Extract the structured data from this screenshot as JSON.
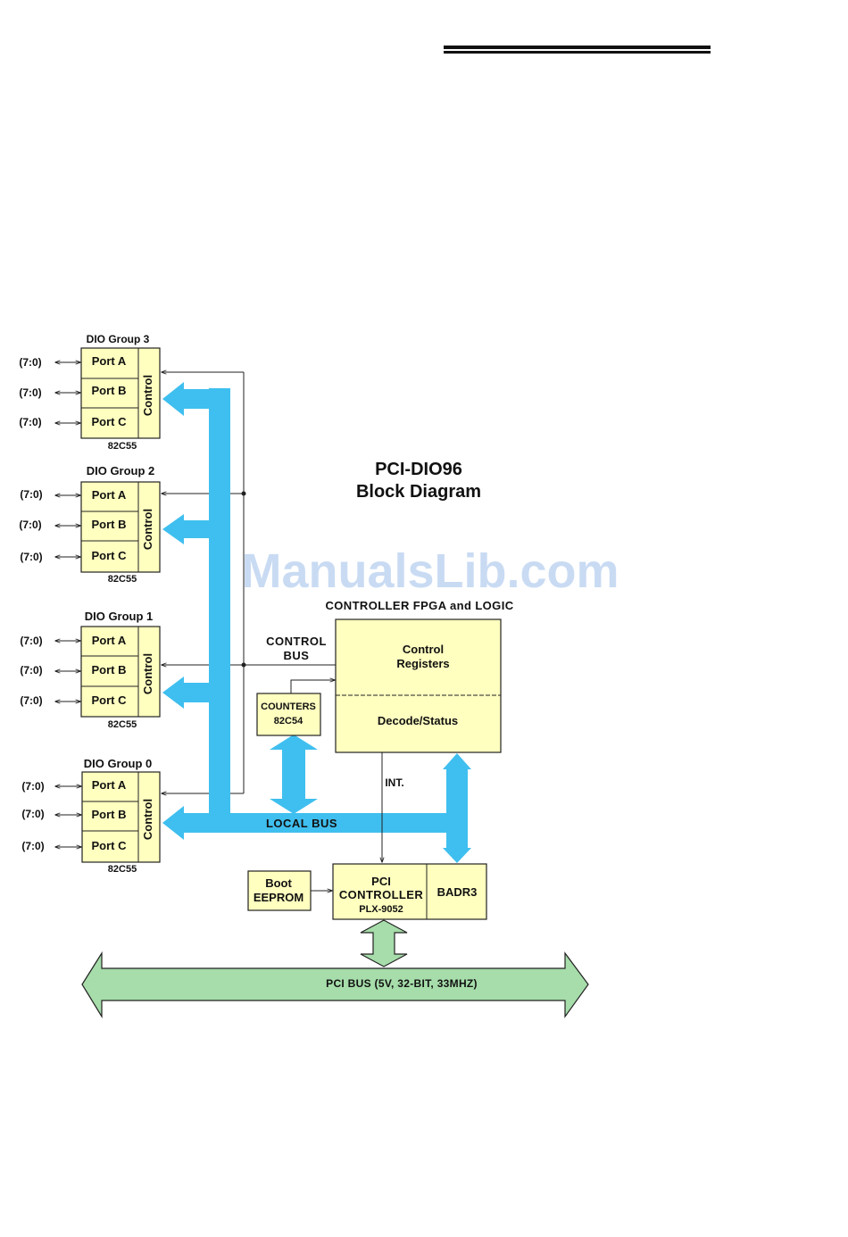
{
  "title": {
    "line1": "PCI-DIO96",
    "line2": "Block Diagram"
  },
  "watermark": "ManualsLib.com",
  "colors": {
    "box_fill": "#ffffc0",
    "bus": "#3fbfef",
    "pci_bus": "#a6ddaa"
  },
  "dio_groups": [
    {
      "name": "DIO Group 3",
      "chip": "82C55",
      "ports": [
        "Port A",
        "Port B",
        "Port C"
      ],
      "control": "Control",
      "io": [
        "(7:0)",
        "(7:0)",
        "(7:0)"
      ]
    },
    {
      "name": "DIO Group 2",
      "chip": "82C55",
      "ports": [
        "Port A",
        "Port B",
        "Port C"
      ],
      "control": "Control",
      "io": [
        "(7:0)",
        "(7:0)",
        "(7:0)"
      ]
    },
    {
      "name": "DIO Group 1",
      "chip": "82C55",
      "ports": [
        "Port A",
        "Port B",
        "Port C"
      ],
      "control": "Control",
      "io": [
        "(7:0)",
        "(7:0)",
        "(7:0)"
      ]
    },
    {
      "name": "DIO Group 0",
      "chip": "82C55",
      "ports": [
        "Port A",
        "Port B",
        "Port C"
      ],
      "control": "Control",
      "io": [
        "(7:0)",
        "(7:0)",
        "(7:0)"
      ]
    }
  ],
  "fpga": {
    "heading": "CONTROLLER FPGA and LOGIC",
    "registers_line1": "Control",
    "registers_line2": "Registers",
    "decode": "Decode/Status"
  },
  "control_bus": {
    "line1": "CONTROL",
    "line2": "BUS"
  },
  "counters": {
    "line1": "COUNTERS",
    "line2": "82C54"
  },
  "int_label": "INT.",
  "local_bus": "LOCAL BUS",
  "eeprom": {
    "line1": "Boot",
    "line2": "EEPROM"
  },
  "pci_controller": {
    "line1": "PCI",
    "line2": "CONTROLLER",
    "line3": "PLX-9052",
    "badr": "BADR3"
  },
  "pci_bus": "PCI BUS (5V, 32-BIT, 33MHZ)"
}
